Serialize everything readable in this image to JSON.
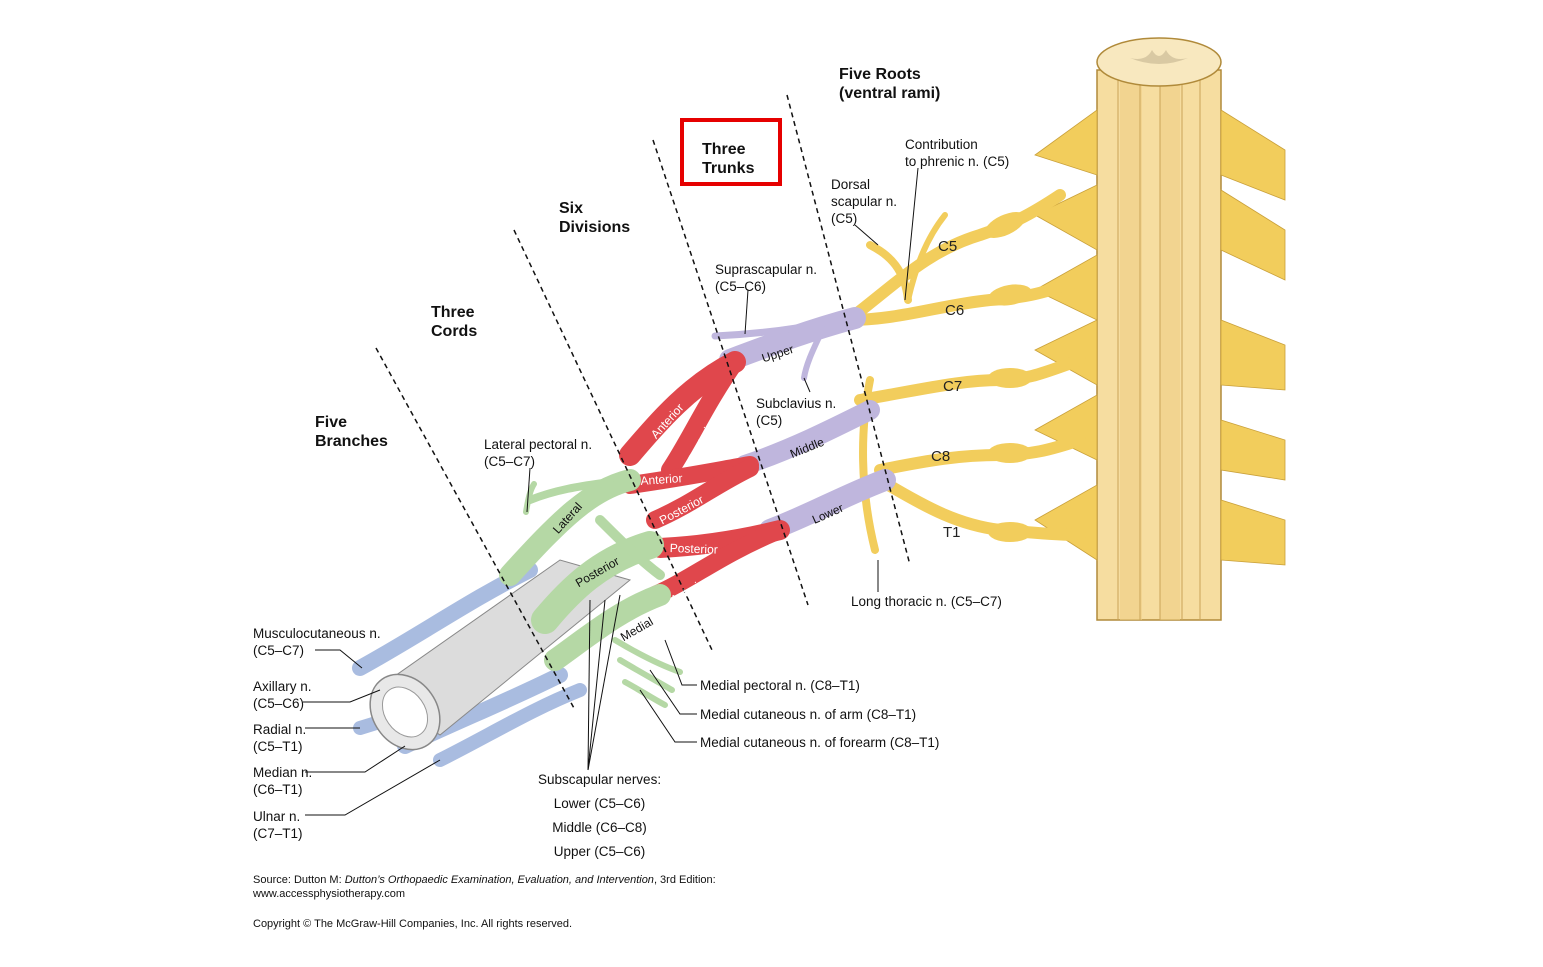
{
  "section_titles": {
    "roots": [
      "Five Roots",
      "(ventral rami)"
    ],
    "trunks": [
      "Three",
      "Trunks"
    ],
    "divisions": [
      "Six",
      "Divisions"
    ],
    "cords": [
      "Three",
      "Cords"
    ],
    "branches": [
      "Five",
      "Branches"
    ]
  },
  "root_labels": [
    "C5",
    "C6",
    "C7",
    "C8",
    "T1"
  ],
  "segment_labels": {
    "upper": "Upper",
    "middle": "Middle",
    "lower": "Lower",
    "anterior_1": "Anterior",
    "posterior_1": "Posterior",
    "anterior_2": "Anterior",
    "posterior_2": "Posterior",
    "posterior_3": "Posterior",
    "anterior_3": "Anterior",
    "lateral": "Lateral",
    "posterior_cord": "Posterior",
    "medial": "Medial"
  },
  "nerve_labels": {
    "phrenic": [
      "Contribution",
      "to phrenic n. (C5)"
    ],
    "dorsal_scapular": [
      "Dorsal",
      "scapular n.",
      "(C5)"
    ],
    "suprascapular": [
      "Suprascapular n.",
      "(C5–C6)"
    ],
    "subclavius": [
      "Subclavius n.",
      "(C5)"
    ],
    "long_thoracic": "Long thoracic n. (C5–C7)",
    "lateral_pectoral": [
      "Lateral pectoral n.",
      "(C5–C7)"
    ],
    "medial_pectoral": "Medial pectoral n. (C8–T1)",
    "medial_cutaneous_arm": "Medial cutaneous n. of arm (C8–T1)",
    "medial_cutaneous_forearm": "Medial cutaneous n. of forearm (C8–T1)",
    "subscapular": [
      "Subscapular nerves:",
      "Lower (C5–C6)",
      "Middle (C6–C8)",
      "Upper (C5–C6)"
    ],
    "musculocutaneous": [
      "Musculocutaneous n.",
      "(C5–C7)"
    ],
    "axillary": [
      "Axillary n.",
      "(C5–C6)"
    ],
    "radial": [
      "Radial n.",
      "(C5–T1)"
    ],
    "median": [
      "Median n.",
      "(C6–T1)"
    ],
    "ulnar": [
      "Ulnar n.",
      "(C7–T1)"
    ]
  },
  "footer": {
    "source_prefix": "Source: Dutton M: ",
    "source_title": "Dutton’s Orthopaedic Examination, Evaluation, and Intervention",
    "source_suffix": ", 3rd Edition:",
    "url": "www.accessphysiotherapy.com",
    "copyright": "Copyright © The McGraw-Hill Companies, Inc. All rights reserved."
  },
  "colors": {
    "roots": "#f2cd5c",
    "trunks": "#bfb6dd",
    "divisions": "#e0474c",
    "cords": "#b5d8a5",
    "branches": "#a9bce0",
    "highlight": "#e60000"
  }
}
